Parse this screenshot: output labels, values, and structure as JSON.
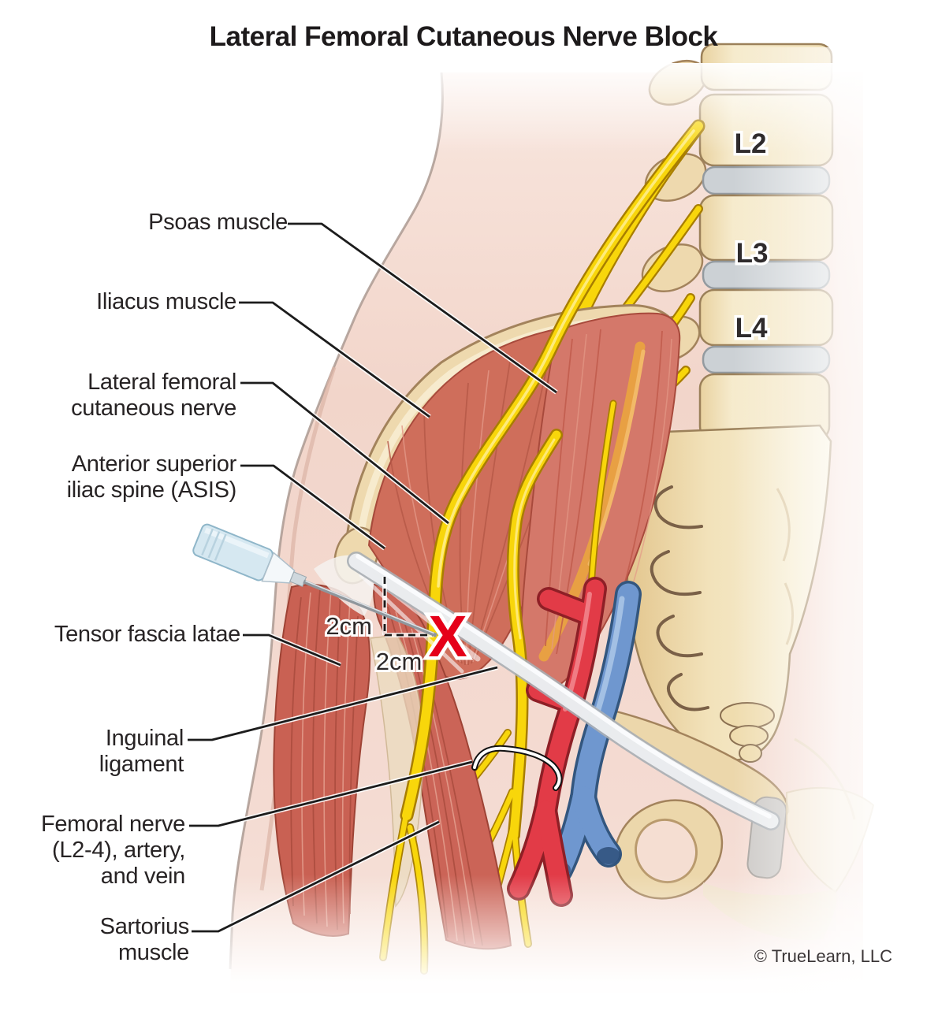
{
  "title": "Lateral Femoral Cutaneous Nerve Block",
  "copyright": "© TrueLearn, LLC",
  "vertebra_labels": {
    "l2": "L2",
    "l3": "L3",
    "l4": "L4"
  },
  "measurement": {
    "vertical": "2cm",
    "horizontal": "2cm"
  },
  "marker": {
    "symbol": "X",
    "color": "#e50019"
  },
  "labels": {
    "psoas": "Psoas muscle",
    "iliacus": "Iliacus muscle",
    "lfcn": "Lateral femoral\ncutaneous nerve",
    "asis": "Anterior superior\niliac spine (ASIS)",
    "tfl": "Tensor fascia latae",
    "inguinal": "Inguinal\nligament",
    "femoral": "Femoral nerve\n(L2-4), artery,\nand vein",
    "sartorius": "Sartorius\nmuscle"
  },
  "colors": {
    "skin": "#f3d8ce",
    "bone": "#eed9ae",
    "disc_gray": "#ccd1d5",
    "muscle_red": "#cf6e5b",
    "nerve_yellow": "#f8d60b",
    "artery_red": "#e23b47",
    "vein_blue": "#6f97cf",
    "ligament_white": "#edeff1",
    "tendon_orange": "#e8a043"
  }
}
